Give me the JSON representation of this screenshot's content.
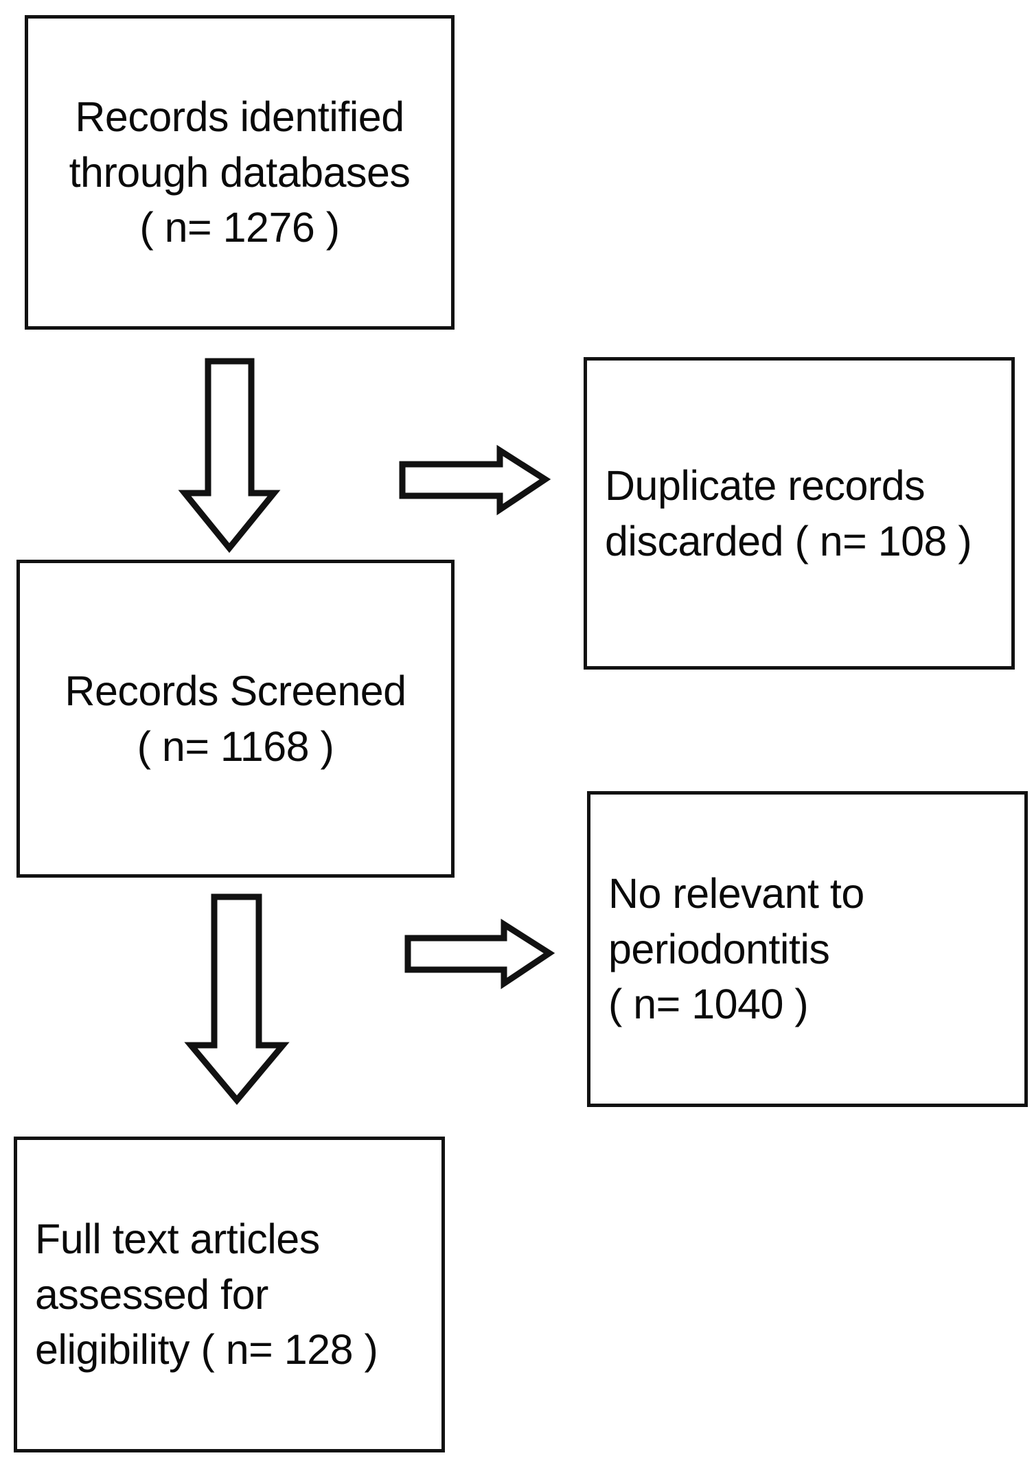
{
  "diagram": {
    "type": "prisma-flow-diagram",
    "orientation": "vertical",
    "background_color": "#ffffff",
    "line_color": "#111111",
    "text_color": "#0a0a0a",
    "boxes": [
      {
        "id": "records-identified",
        "text": "Records identified\nthrough databases\n( n= 1276 )",
        "label": "Records identified through databases",
        "count": 1276,
        "align": "center",
        "stage": "identification"
      },
      {
        "id": "records-screened",
        "text": "Records Screened\n( n= 1168 )",
        "label": "Records Screened",
        "count": 1168,
        "align": "center",
        "stage": "screening"
      },
      {
        "id": "full-text-articles",
        "text": "Full text articles\nassessed for\neligibility ( n= 128 )",
        "label": "Full text articles assessed for eligibility",
        "count": 128,
        "align": "left",
        "stage": "eligibility"
      },
      {
        "id": "duplicate-records",
        "text": "Duplicate records\ndiscarded ( n= 108 )",
        "label": "Duplicate records discarded",
        "count": 108,
        "align": "left",
        "stage": "exclusion"
      },
      {
        "id": "not-relevant",
        "text": "No relevant to\nperiodontitis\n( n= 1040 )",
        "label": "No relevant to periodontitis",
        "count": 1040,
        "align": "left",
        "stage": "exclusion"
      }
    ],
    "arrows": [
      {
        "id": "arrow-down-1",
        "direction": "down",
        "from": "records-identified",
        "to": "records-screened",
        "style": "hollow-block-arrow"
      },
      {
        "id": "arrow-right-1",
        "direction": "right",
        "from": "records-identified",
        "to": "duplicate-records",
        "style": "hollow-block-arrow"
      },
      {
        "id": "arrow-down-2",
        "direction": "down",
        "from": "records-screened",
        "to": "full-text-articles",
        "style": "hollow-block-arrow"
      },
      {
        "id": "arrow-right-2",
        "direction": "right",
        "from": "records-screened",
        "to": "not-relevant",
        "style": "hollow-block-arrow"
      }
    ]
  }
}
